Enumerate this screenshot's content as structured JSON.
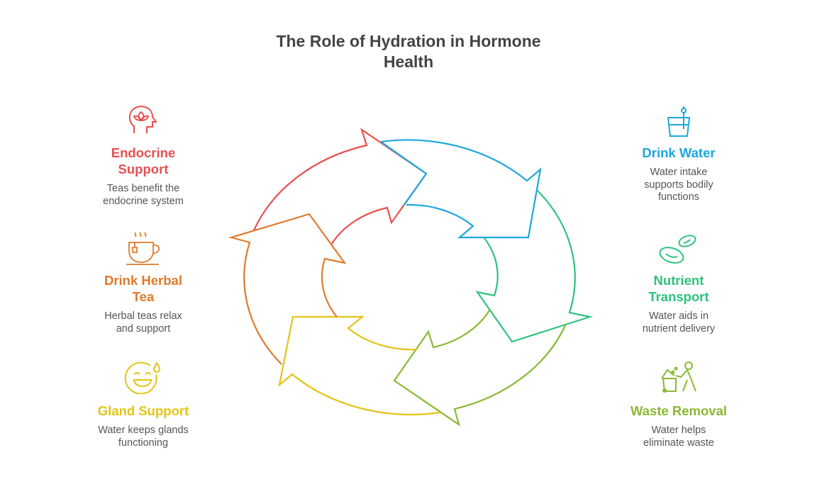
{
  "title": "The Role of Hydration in Hormone\nHealth",
  "colors": {
    "red": "#e8504f",
    "orange": "#e07b2c",
    "yellow": "#e3c414",
    "lime": "#8ab932",
    "green": "#2ec27e",
    "blue": "#1ca8dc"
  },
  "left": [
    {
      "icon": "head-lotus-icon",
      "heading": "Endocrine\nSupport",
      "desc": "Teas benefit the\nendocrine system"
    },
    {
      "icon": "teacup-icon",
      "heading": "Drink Herbal\nTea",
      "desc": "Herbal teas relax\nand support"
    },
    {
      "icon": "smiling-face-sweat-icon",
      "heading": "Gland Support",
      "desc": "Water keeps glands\nfunctioning"
    }
  ],
  "right": [
    {
      "icon": "water-glass-icon",
      "heading": "Drink Water",
      "desc": "Water intake\nsupports bodily\nfunctions"
    },
    {
      "icon": "blood-cells-icon",
      "heading": "Nutrient\nTransport",
      "desc": "Water aids in\nnutrient delivery"
    },
    {
      "icon": "person-trash-bin-icon",
      "heading": "Waste Removal",
      "desc": "Water helps\neliminate waste"
    }
  ]
}
